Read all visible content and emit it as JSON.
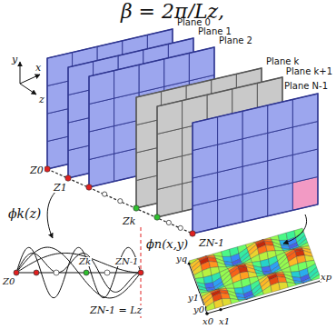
{
  "diagram": {
    "labels": [
      "β = 2π/Lz,",
      "Plane 0",
      "Plane 1",
      "Plane 2",
      "Plane k",
      "Plane k+1",
      "Plane N-1",
      "y",
      "x",
      "z",
      "Z0",
      "Z1",
      "Zk",
      "ZN-1",
      "ϕk(z)",
      "ϕn(x,y)",
      "Z0",
      "Zk",
      "ZN-1",
      "ZN-1 = Lz",
      "yq",
      "y1",
      "y0",
      "x0",
      "x1",
      "xp"
    ]
  }
}
